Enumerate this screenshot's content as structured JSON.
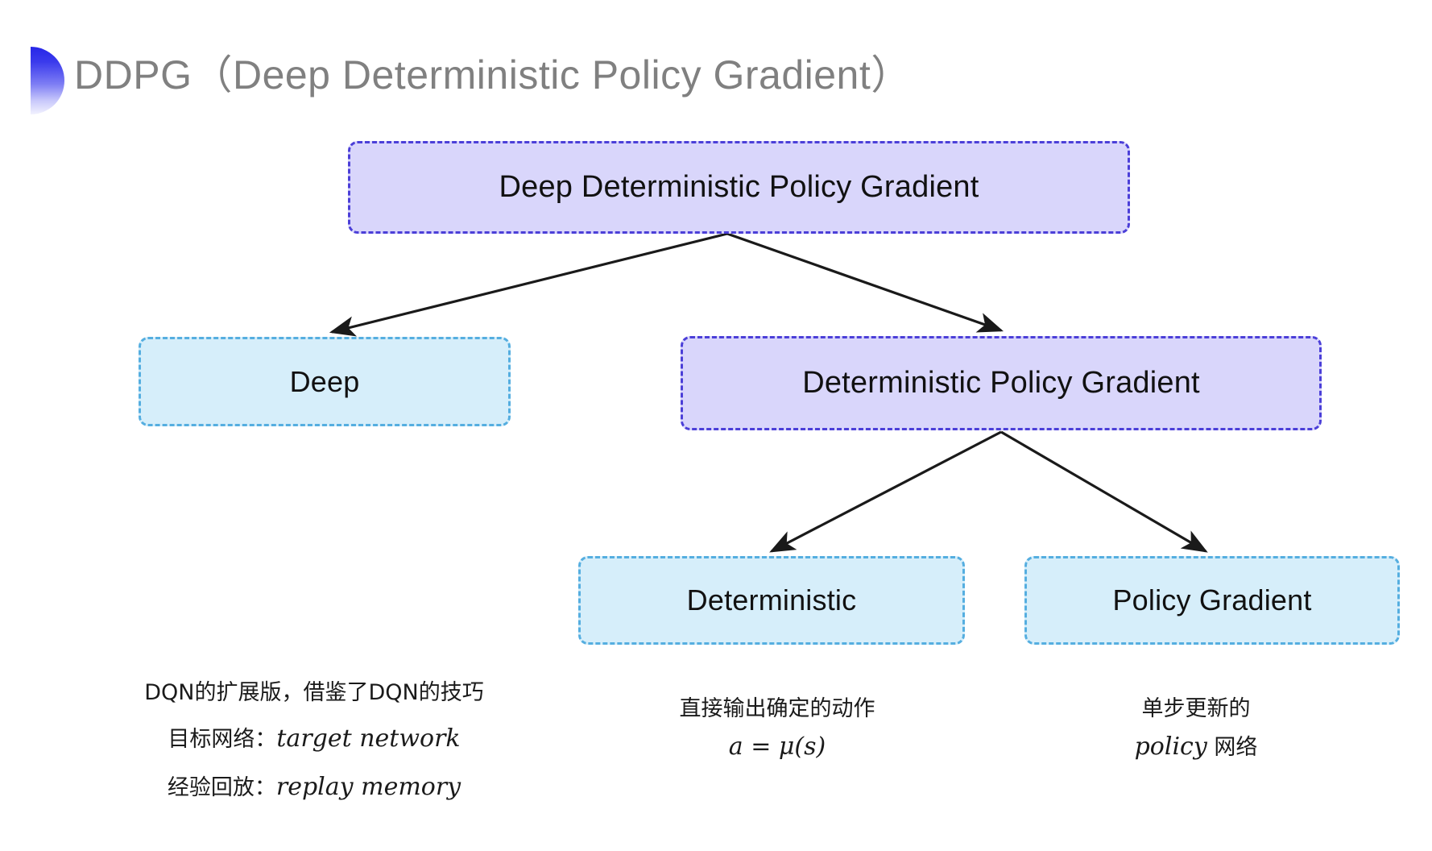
{
  "slide": {
    "title": "DDPG（Deep Deterministic Policy Gradient）",
    "decoration_icon": "half-circle-gradient-icon"
  },
  "colors": {
    "purple_fill": "#d9d6fb",
    "purple_border": "#4b3fd8",
    "blue_fill": "#d6eefa",
    "blue_border": "#55aee0",
    "title_text": "#808080",
    "body_text": "#1a1a1a",
    "arrow": "#1a1a1a",
    "decoration_gradient_start": "#2626e8",
    "decoration_gradient_end": "#f2f2fe",
    "background": "#ffffff"
  },
  "diagram": {
    "nodes": [
      {
        "id": "ddpg",
        "label": "Deep Deterministic Policy Gradient",
        "style": "purple"
      },
      {
        "id": "deep",
        "label": "Deep",
        "style": "blue"
      },
      {
        "id": "dpg",
        "label": "Deterministic Policy Gradient",
        "style": "purple"
      },
      {
        "id": "det",
        "label": "Deterministic",
        "style": "blue"
      },
      {
        "id": "pg",
        "label": "Policy Gradient",
        "style": "blue"
      }
    ],
    "edges": [
      {
        "from": "ddpg",
        "to": "deep"
      },
      {
        "from": "ddpg",
        "to": "dpg"
      },
      {
        "from": "dpg",
        "to": "det"
      },
      {
        "from": "dpg",
        "to": "pg"
      }
    ]
  },
  "captions": {
    "deep": {
      "line1": "DQN的扩展版，借鉴了DQN的技巧",
      "line2_cn": "目标网络：",
      "line2_math": "target network",
      "line3_cn": "经验回放：",
      "line3_math": "replay memory"
    },
    "deterministic": {
      "line1": "直接输出确定的动作",
      "formula": "a = μ(s)"
    },
    "policy_gradient": {
      "line1": "单步更新的",
      "line2_math": "policy",
      "line2_cn": " 网络"
    }
  }
}
